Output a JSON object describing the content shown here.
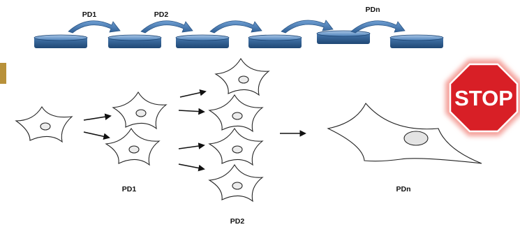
{
  "top_labels": {
    "pd1": "PD1",
    "pd2": "PD2",
    "pdn": "PDn"
  },
  "bottom_labels": {
    "pd1": "PD1",
    "pd2": "PD2",
    "pdn": "PDn"
  },
  "stop_sign": {
    "text": "STOP"
  },
  "colors": {
    "dish_fill": "#3f74ab",
    "dish_dark": "#1d4472",
    "dish_light": "#8fb3da",
    "curved_arrow": "#4a7cb5",
    "stop_red": "#d81f26",
    "stop_glow": "#f4a09a",
    "nucleus_fill": "#e4e4e4",
    "edge_letter": "#b8913a"
  },
  "icons": {
    "dish": "culture-dish-icon",
    "passage_arrow": "curved-arrow-icon",
    "cell": "cell-icon",
    "stop": "stop-sign-icon"
  }
}
